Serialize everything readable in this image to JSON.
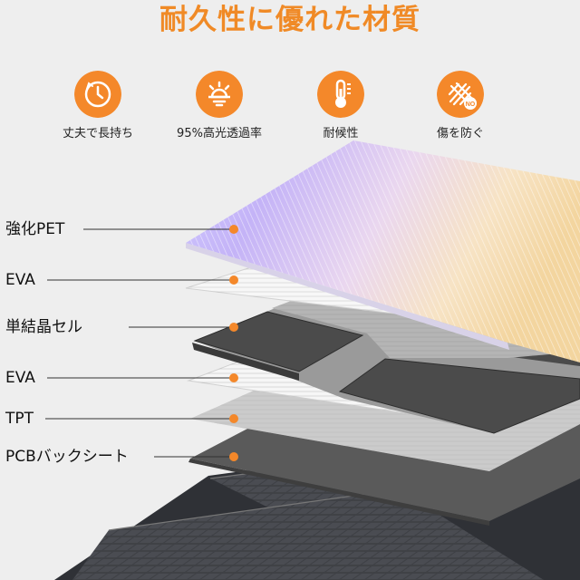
{
  "title": "耐久性に優れた材質",
  "colors": {
    "accent": "#f4882a",
    "title": "#f08a26",
    "background": "#eeeeee",
    "cell_dark": "#4a4a4a",
    "backsheet": "#595959"
  },
  "features": [
    {
      "label": "丈夫で長持ち",
      "icon": "clock-icon"
    },
    {
      "label": "95%高光透過率",
      "icon": "sun-icon"
    },
    {
      "label": "耐候性",
      "icon": "thermometer-icon"
    },
    {
      "label": "傷を防ぐ",
      "icon": "no-scratch-icon"
    }
  ],
  "layers": [
    {
      "label": "強化PET"
    },
    {
      "label": "EVA"
    },
    {
      "label": "単結晶セル"
    },
    {
      "label": "EVA"
    },
    {
      "label": "TPT"
    },
    {
      "label": "PCBバックシート"
    }
  ],
  "icon_badge": "NO"
}
